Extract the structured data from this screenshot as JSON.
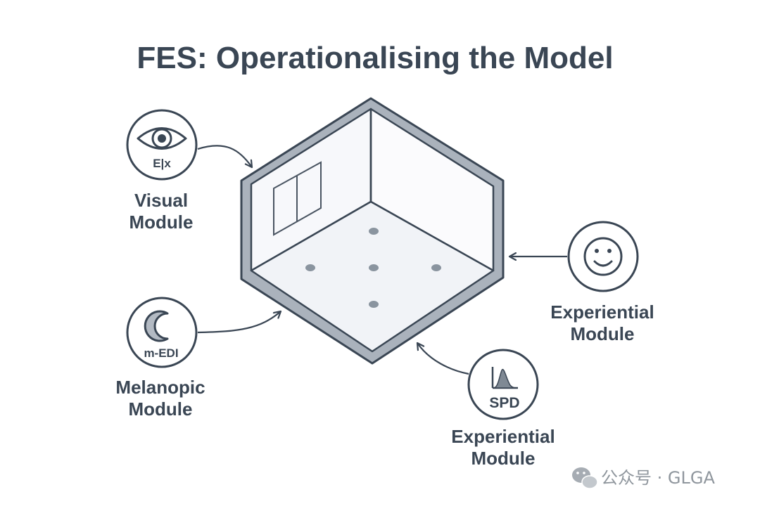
{
  "title": "FES: Operationalising the Model",
  "modules": {
    "visual": {
      "line1": "Visual",
      "line2": "Module",
      "icon_caption": "E|x",
      "icon": "eye-icon"
    },
    "melanopic": {
      "line1": "Melanopic",
      "line2": "Module",
      "icon_caption": "m-EDI",
      "icon": "moon-icon"
    },
    "experiential_right": {
      "line1": "Experiential",
      "line2": "Module",
      "icon": "smiley-icon"
    },
    "experiential_bottom": {
      "line1": "Experiential",
      "line2": "Module",
      "icon_caption": "SPD",
      "icon": "spectrum-icon"
    }
  },
  "watermark": {
    "text": "公众号 · GLGA",
    "icon": "wechat-icon"
  },
  "colors": {
    "ink": "#3a4654",
    "room_wall": "#f7f8fb",
    "room_floor": "#f1f3f7",
    "room_edge": "#9aa3ae",
    "dots": "#8a949f"
  }
}
